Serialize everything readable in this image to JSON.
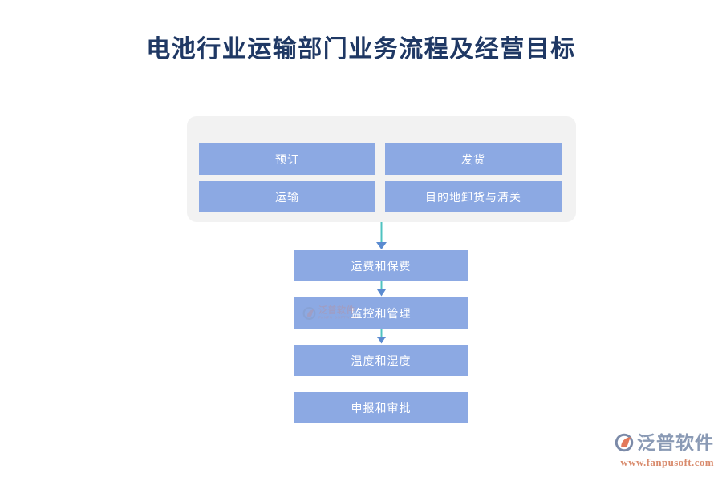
{
  "page": {
    "title": "电池行业运输部门业务流程及经营目标",
    "title_color": "#1f3864",
    "background": "#ffffff"
  },
  "colors": {
    "box_fill": "#8ca9e3",
    "box_text": "#ffffff",
    "panel_fill": "#f2f2f2",
    "arrow_line": "#4fc3c0",
    "arrow_head": "#5b8bd0",
    "brand_cn": "#8a9ab5",
    "brand_url": "#d98b6d"
  },
  "group_panel": {
    "name": "top-process-group",
    "boxes": [
      {
        "label": "预订"
      },
      {
        "label": "发货"
      },
      {
        "label": "运输"
      },
      {
        "label": "目的地卸货与清关"
      }
    ]
  },
  "flow": {
    "name": "vertical-flow",
    "steps": [
      {
        "label": "运费和保费",
        "arrow_before": true,
        "watermark": false
      },
      {
        "label": "监控和管理",
        "arrow_before": true,
        "watermark": true
      },
      {
        "label": "温度和湿度",
        "arrow_before": true,
        "watermark": false
      },
      {
        "label": "申报和审批",
        "arrow_before": false,
        "watermark": false
      }
    ]
  },
  "watermark": {
    "cn": "泛普软件",
    "en": "FANPU SOFTWARE"
  },
  "brand": {
    "name": "泛普软件",
    "url": "www.fanpusoft.com"
  }
}
